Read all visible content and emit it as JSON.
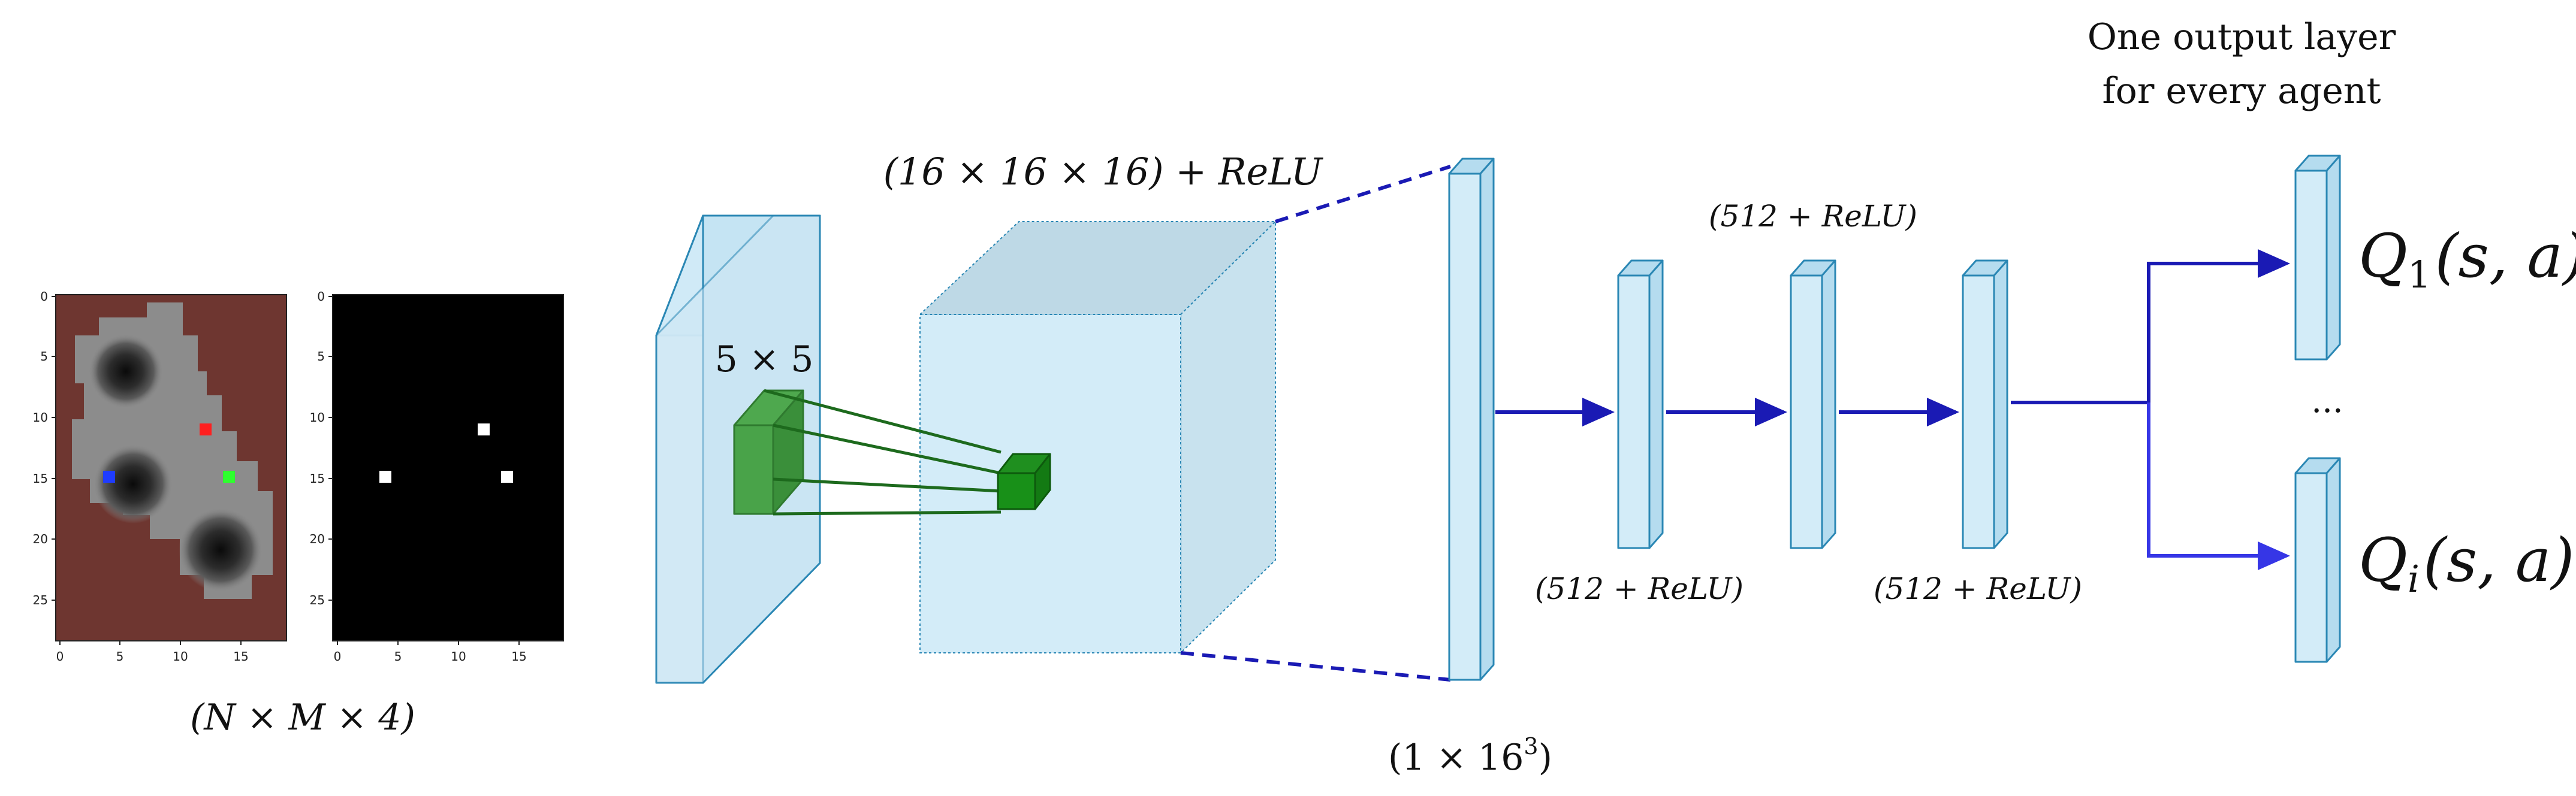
{
  "labels": {
    "input_dims": "(N × M × 4)",
    "kernel": "5 × 5",
    "conv_layer": "(16 × 16 × 16) + ReLU",
    "flatten_dims_base": "(1 × 16",
    "flatten_dims_exp": "3",
    "flatten_dims_close": ")",
    "fc1": "(512 + ReLU)",
    "fc2": "(512 + ReLU)",
    "fc3": "(512 + ReLU)",
    "heads_title_line1": "One output layer",
    "heads_title_line2": "for every agent",
    "q1": "Q",
    "q1_sub": "1",
    "q1_args": "(s, a)",
    "qi": "Q",
    "qi_sub": "i",
    "qi_args": "(s, a)",
    "ellipsis": "..."
  },
  "plots": {
    "left": {
      "x_ticks": [
        "0",
        "5",
        "10",
        "15"
      ],
      "y_ticks": [
        "0",
        "5",
        "10",
        "15",
        "20",
        "25"
      ],
      "background_color": "#6e3630",
      "agent_colors": [
        "#ff1f1f",
        "#1f3cff",
        "#2eff2e"
      ]
    },
    "right": {
      "x_ticks": [
        "0",
        "5",
        "10",
        "15"
      ],
      "y_ticks": [
        "0",
        "5",
        "10",
        "15",
        "20",
        "25"
      ],
      "background_color": "#000000",
      "marker_color": "#ffffff"
    }
  },
  "colors": {
    "layer_front": "#d3ecf8",
    "layer_side": "#b5dcef",
    "layer_stroke": "#2a87b4",
    "kernel_green": "#3f9a3f",
    "kernel_dark_green": "#137a13",
    "arrow_blue": "#1a1ab4",
    "arrow_blue_light": "#3636e6"
  }
}
